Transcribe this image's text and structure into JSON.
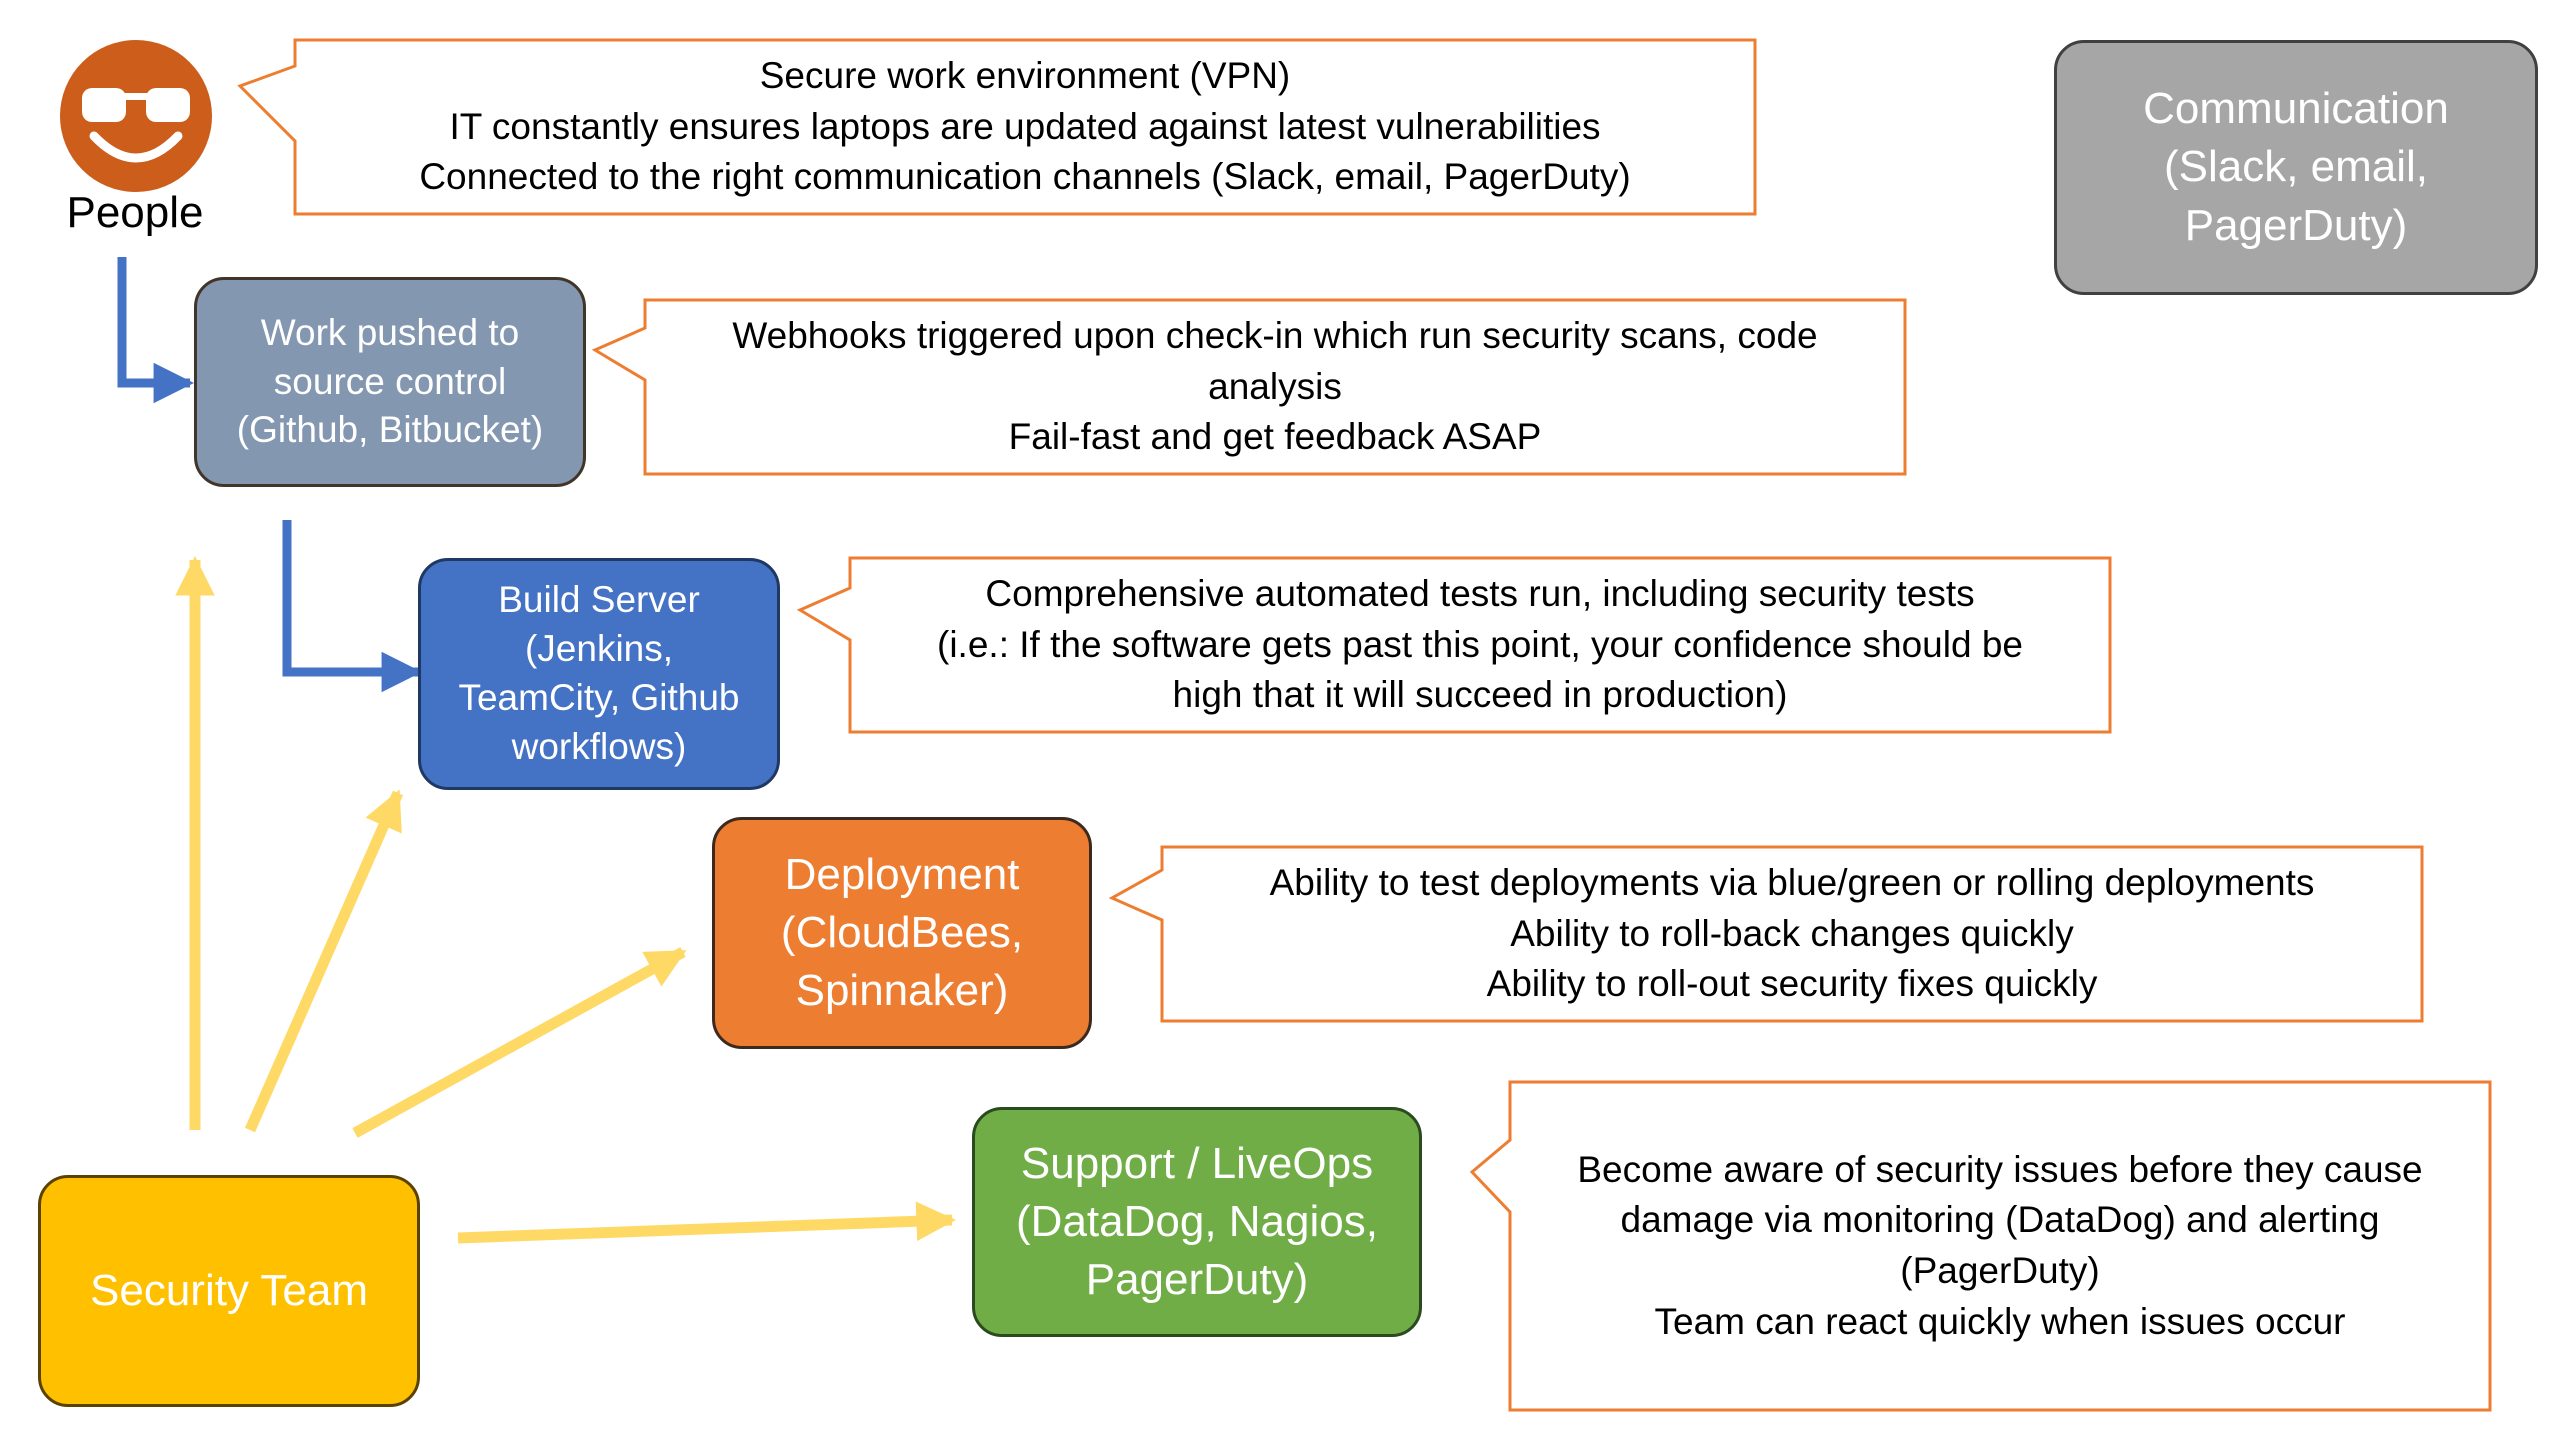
{
  "colors": {
    "people_icon": "#cc5d1b",
    "source_control": "#8497b0",
    "build_server": "#4472c4",
    "deployment": "#ed7d31",
    "support": "#70ad47",
    "security_team": "#ffc000",
    "communication": "#a6a6a6",
    "flow_arrow": "#4472c4",
    "security_arrow": "#ffd966",
    "callout_border": "#ed7d31"
  },
  "people": {
    "icon": "sunglasses-smiley-icon",
    "label": "People"
  },
  "nodes": {
    "source_control": [
      "Work pushed to",
      "source control",
      "(Github, Bitbucket)"
    ],
    "build_server": [
      "Build Server",
      "(Jenkins,",
      "TeamCity, Github",
      "workflows)"
    ],
    "deployment": [
      "Deployment",
      "(CloudBees,",
      "Spinnaker)"
    ],
    "support": [
      "Support / LiveOps",
      "(DataDog, Nagios,",
      "PagerDuty)"
    ],
    "security_team": [
      "Security Team"
    ],
    "communication": [
      "Communication",
      "(Slack, email,",
      "PagerDuty)"
    ]
  },
  "callouts": {
    "people": [
      "Secure work environment (VPN)",
      "IT constantly ensures laptops are updated against latest vulnerabilities",
      "Connected to the right communication channels (Slack, email, PagerDuty)"
    ],
    "source_control": [
      "Webhooks triggered upon check-in which run security scans, code",
      "analysis",
      "Fail-fast and get feedback ASAP"
    ],
    "build_server": [
      "Comprehensive automated tests run, including security tests",
      "(i.e.: If the software gets past this point, your confidence should be",
      "high that it will succeed in production)"
    ],
    "deployment": [
      "Ability to test deployments via blue/green or rolling deployments",
      "Ability to roll-back changes quickly",
      "Ability to roll-out security fixes quickly"
    ],
    "support": [
      "Become aware of security issues before they cause",
      "damage via monitoring (DataDog) and alerting",
      "(PagerDuty)",
      "Team can react quickly when issues occur"
    ]
  }
}
